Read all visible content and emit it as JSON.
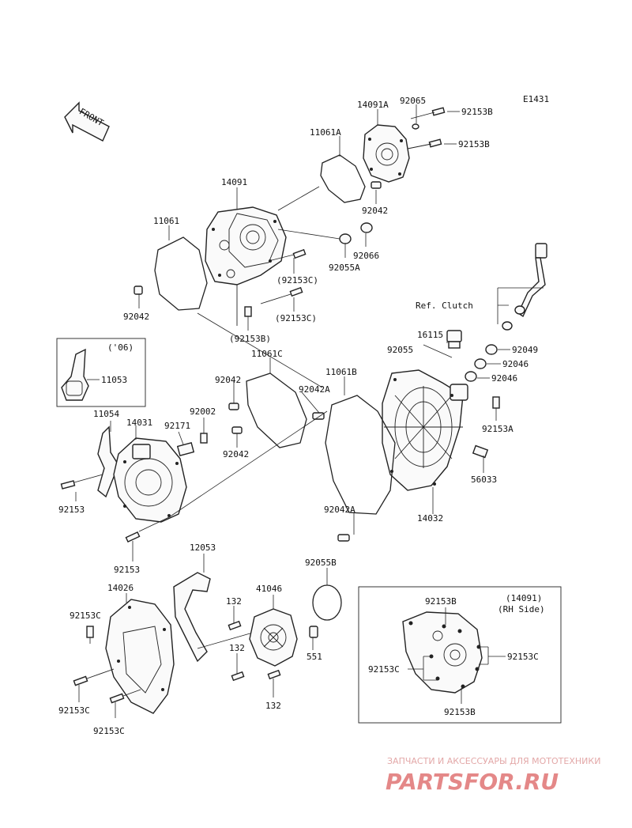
{
  "diagram": {
    "code": "E1431",
    "front_label": "FRONT",
    "ref_clutch": "Ref. Clutch",
    "year_note": "('06)",
    "rh_side_part": "(14091)",
    "rh_side_label": "(RH Side)"
  },
  "parts": [
    {
      "id": "p14091A",
      "label": "14091A"
    },
    {
      "id": "p92065",
      "label": "92065"
    },
    {
      "id": "p92153B_a",
      "label": "92153B"
    },
    {
      "id": "p92153B_b",
      "label": "92153B"
    },
    {
      "id": "p11061A",
      "label": "11061A"
    },
    {
      "id": "p14091",
      "label": "14091"
    },
    {
      "id": "p92042_a",
      "label": "92042"
    },
    {
      "id": "p11061",
      "label": "11061"
    },
    {
      "id": "p92066",
      "label": "92066"
    },
    {
      "id": "p92055A",
      "label": "92055A"
    },
    {
      "id": "p92153C_a",
      "label": "(92153C)"
    },
    {
      "id": "p92042_b",
      "label": "92042"
    },
    {
      "id": "p92153C_b",
      "label": "(92153C)"
    },
    {
      "id": "p92153B_c",
      "label": "(92153B)"
    },
    {
      "id": "p16115",
      "label": "16115"
    },
    {
      "id": "p92055",
      "label": "92055"
    },
    {
      "id": "p92049",
      "label": "92049"
    },
    {
      "id": "p92046_a",
      "label": "92046"
    },
    {
      "id": "p92046_b",
      "label": "92046"
    },
    {
      "id": "p11061C",
      "label": "11061C"
    },
    {
      "id": "p11061B",
      "label": "11061B"
    },
    {
      "id": "p11053",
      "label": "11053"
    },
    {
      "id": "p92042_c",
      "label": "92042"
    },
    {
      "id": "p92042A_a",
      "label": "92042A"
    },
    {
      "id": "p92153A",
      "label": "92153A"
    },
    {
      "id": "p11054",
      "label": "11054"
    },
    {
      "id": "p14031",
      "label": "14031"
    },
    {
      "id": "p92002",
      "label": "92002"
    },
    {
      "id": "p92171",
      "label": "92171"
    },
    {
      "id": "p92042_d",
      "label": "92042"
    },
    {
      "id": "p56033",
      "label": "56033"
    },
    {
      "id": "p92153_a",
      "label": "92153"
    },
    {
      "id": "p92042A_b",
      "label": "92042A"
    },
    {
      "id": "p14032",
      "label": "14032"
    },
    {
      "id": "p92153_b",
      "label": "92153"
    },
    {
      "id": "p12053",
      "label": "12053"
    },
    {
      "id": "p92055B",
      "label": "92055B"
    },
    {
      "id": "p14026",
      "label": "14026"
    },
    {
      "id": "p41046",
      "label": "41046"
    },
    {
      "id": "p132_a",
      "label": "132"
    },
    {
      "id": "p92153C_c",
      "label": "92153C"
    },
    {
      "id": "p551",
      "label": "551"
    },
    {
      "id": "p132_b",
      "label": "132"
    },
    {
      "id": "p132_c",
      "label": "132"
    },
    {
      "id": "p92153C_d",
      "label": "92153C"
    },
    {
      "id": "p92153C_e",
      "label": "92153C"
    },
    {
      "id": "p92153B_d",
      "label": "92153B"
    },
    {
      "id": "p92153C_f",
      "label": "92153C"
    },
    {
      "id": "p92153C_g",
      "label": "92153C"
    },
    {
      "id": "p92153B_e",
      "label": "92153B"
    }
  ],
  "watermark": {
    "tagline": "ЗАПЧАСТИ И АКСЕССУАРЫ ДЛЯ МОТОТЕХНИКИ",
    "logo": "PARTSFOR.RU"
  }
}
